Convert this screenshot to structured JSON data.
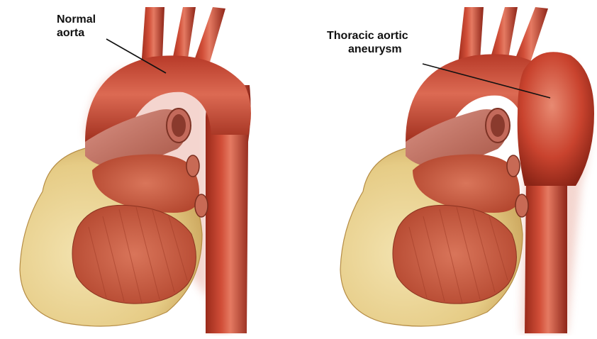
{
  "panels": [
    {
      "label_lines": [
        "Normal",
        "aorta"
      ]
    },
    {
      "label_lines": [
        "Thoracic aortic",
        "aneurysm"
      ]
    }
  ],
  "colors": {
    "aorta": "#c8402e",
    "aorta_shadow": "#8e2518",
    "aorta_highlight": "#e9826f",
    "muscle": "#c75a40",
    "muscle_striation": "#9f3b26",
    "fat": "#ecd79a",
    "fat_shadow": "#c9a95e",
    "vessel_pink": "#c97a6e",
    "background": "#ffffff",
    "leader_line": "#111111"
  }
}
